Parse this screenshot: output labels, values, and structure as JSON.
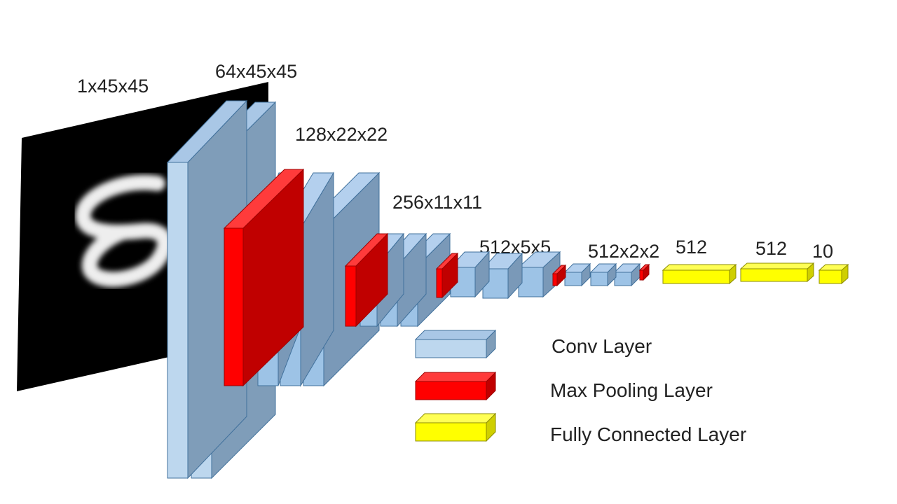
{
  "input": {
    "label": "1x45x45",
    "digit": "8"
  },
  "stages": [
    {
      "label": "64x45x45"
    },
    {
      "label": "128x22x22"
    },
    {
      "label": "256x11x11"
    },
    {
      "label": "512x5x5"
    },
    {
      "label": "512x2x2"
    }
  ],
  "fc": [
    {
      "label": "512"
    },
    {
      "label": "512"
    },
    {
      "label": "10"
    }
  ],
  "legend": [
    {
      "label": "Conv Layer"
    },
    {
      "label": "Max Pooling Layer"
    },
    {
      "label": "Fully Connected Layer"
    }
  ],
  "colors": {
    "conv": "#BDD7EE",
    "pool": "#FF0000",
    "fc": "#FFFF00",
    "input_bg": "#000000"
  }
}
